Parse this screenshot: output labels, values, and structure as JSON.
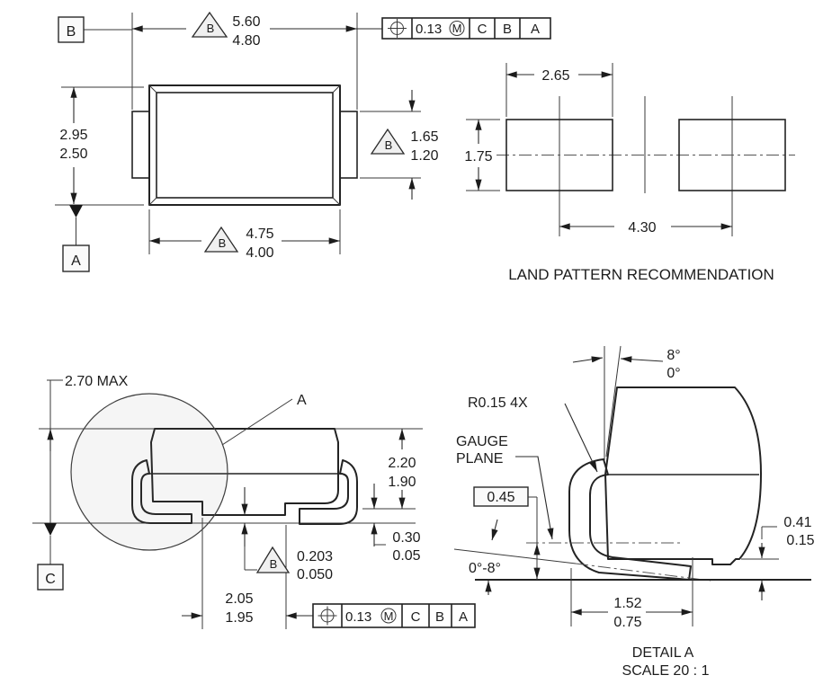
{
  "labels": {
    "land_title": "LAND PATTERN RECOMMENDATION",
    "detail_title": "DETAIL A",
    "detail_scale": "SCALE 20 : 1",
    "height_max": "2.70 MAX",
    "gauge_line1": "GAUGE",
    "gauge_line2": "PLANE",
    "radius_note": "R0.15 4X",
    "foot_angle": "0°-8°",
    "callout_a": "A"
  },
  "datums": {
    "a": "A",
    "b": "B",
    "c": "C"
  },
  "flag_label": "B",
  "fcf": {
    "tolerance": "0.13",
    "modifier": "M",
    "ref1": "C",
    "ref2": "B",
    "ref3": "A"
  },
  "dims": {
    "span": {
      "max": "5.60",
      "min": "4.80"
    },
    "body_width": {
      "max": "2.95",
      "min": "2.50"
    },
    "terminal_width": {
      "max": "1.65",
      "min": "1.20"
    },
    "body_length": {
      "max": "4.75",
      "min": "4.00"
    },
    "pad_width": "2.65",
    "pad_height": "1.75",
    "pad_pitch": "4.30",
    "height": {
      "max": "2.20",
      "min": "1.90"
    },
    "standoff_right": {
      "max": "0.30",
      "min": "0.05"
    },
    "standoff": {
      "max": "0.203",
      "min": "0.050"
    },
    "terminal_len_side": {
      "max": "2.05",
      "min": "1.95"
    },
    "lead_angle": {
      "max": "8°",
      "min": "0°"
    },
    "gauge_offset": "0.45",
    "toe_clearance": {
      "max": "0.41",
      "min": "0.15"
    },
    "foot_length": {
      "max": "1.52",
      "min": "0.75"
    }
  }
}
